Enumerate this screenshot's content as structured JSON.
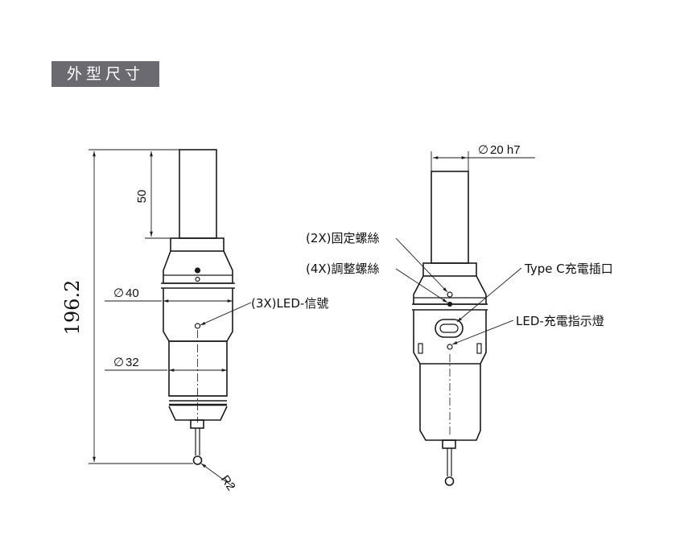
{
  "header": {
    "title": "外型尺寸"
  },
  "left_view": {
    "dim_total": "196.2",
    "dim_top": "50",
    "dim_d40": "40",
    "dim_d32": "32",
    "dim_r": "R2",
    "callout_led": "(3X)LED-信號"
  },
  "right_view": {
    "dim_shank": "20 h7",
    "callout_fix_screw": "(2X)固定螺絲",
    "callout_adj_screw": "(4X)調整螺絲",
    "callout_typec": "Type C充電插口",
    "callout_charge_led": "LED-充電指示燈"
  },
  "symbols": {
    "diameter": "∅"
  },
  "colors": {
    "line": "#1a1a1a",
    "header_bg": "#6a6a70",
    "header_text": "#ffffff"
  }
}
